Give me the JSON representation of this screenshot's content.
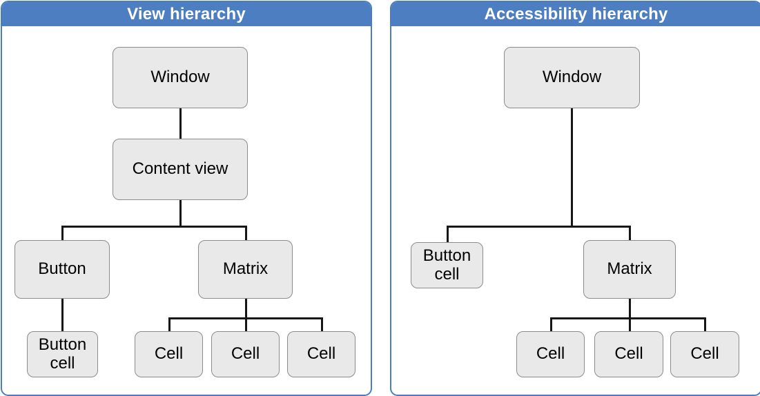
{
  "figure": {
    "description": "Comparison of a view hierarchy and its accessibility hierarchy"
  },
  "colors": {
    "header_background": "#4d7ec2",
    "panel_border": "#4a7cc3",
    "header_text": "#ffffff",
    "node_fill": "#e8e9e8",
    "node_border": "#8a8c8c",
    "node_text": "#000000",
    "connector": "#161616",
    "background": "#ffffff"
  },
  "panels": [
    {
      "title": "View hierarchy",
      "nodes": [
        {
          "id": "window",
          "label": "Window"
        },
        {
          "id": "content-view",
          "label": "Content view"
        },
        {
          "id": "button",
          "label": "Button"
        },
        {
          "id": "matrix",
          "label": "Matrix"
        },
        {
          "id": "button-cell",
          "label": "Button cell"
        },
        {
          "id": "cell-1",
          "label": "Cell"
        },
        {
          "id": "cell-2",
          "label": "Cell"
        },
        {
          "id": "cell-3",
          "label": "Cell"
        }
      ],
      "edges": [
        {
          "from": "Window",
          "to": "Content view"
        },
        {
          "from": "Content view",
          "to": "Button"
        },
        {
          "from": "Content view",
          "to": "Matrix"
        },
        {
          "from": "Button",
          "to": "Button cell"
        },
        {
          "from": "Matrix",
          "to": "Cell"
        },
        {
          "from": "Matrix",
          "to": "Cell"
        },
        {
          "from": "Matrix",
          "to": "Cell"
        }
      ]
    },
    {
      "title": "Accessibility hierarchy",
      "nodes": [
        {
          "id": "window",
          "label": "Window"
        },
        {
          "id": "button-cell",
          "label": "Button cell"
        },
        {
          "id": "matrix",
          "label": "Matrix"
        },
        {
          "id": "cell-1",
          "label": "Cell"
        },
        {
          "id": "cell-2",
          "label": "Cell"
        },
        {
          "id": "cell-3",
          "label": "Cell"
        }
      ],
      "edges": [
        {
          "from": "Window",
          "to": "Button cell"
        },
        {
          "from": "Window",
          "to": "Matrix"
        },
        {
          "from": "Matrix",
          "to": "Cell"
        },
        {
          "from": "Matrix",
          "to": "Cell"
        },
        {
          "from": "Matrix",
          "to": "Cell"
        }
      ]
    }
  ]
}
